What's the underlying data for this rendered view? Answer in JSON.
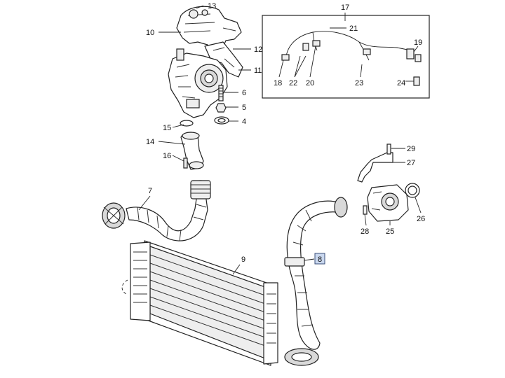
{
  "diagram": {
    "callouts": {
      "c1": "13",
      "c2": "10",
      "c3": "12",
      "c4": "11",
      "c5": "6",
      "c6": "5",
      "c7": "4",
      "c8": "15",
      "c9": "14",
      "c10": "16",
      "c11": "7",
      "c12": "9",
      "c13": "8",
      "c14": "17",
      "c15": "21",
      "c16": "19",
      "c17": "18",
      "c18": "22",
      "c19": "20",
      "c20": "23",
      "c21": "24",
      "c22": "29",
      "c23": "27",
      "c24": "26",
      "c25": "28",
      "c26": "25"
    },
    "highlighted_callout": "8",
    "highlight_color": "#c9d7ee",
    "highlight_border": "#3a4f7a"
  }
}
